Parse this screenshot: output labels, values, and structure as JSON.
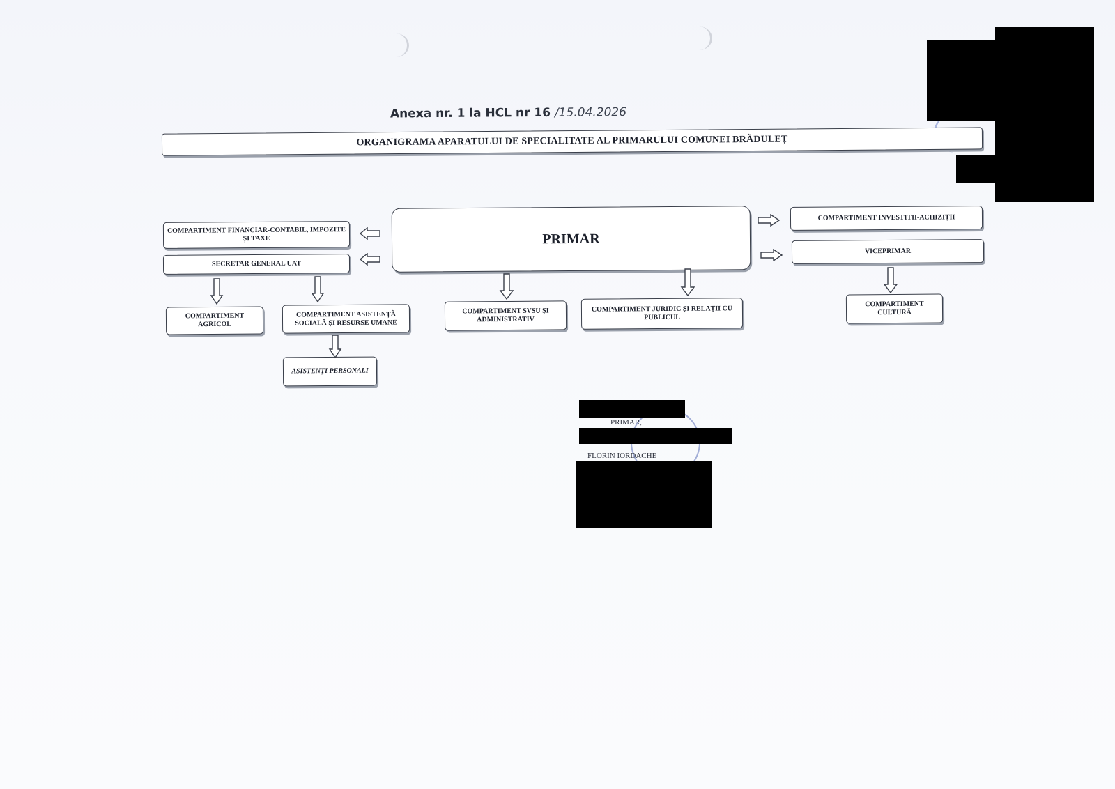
{
  "header": {
    "printed": "Anexa nr. 1 la HCL nr 16",
    "handwritten": "/15.04.2026"
  },
  "title": "ORGANIGRAMA  APARATULUI DE SPECIALITATE AL PRIMARULUI COMUNEI BRĂDULEȚ",
  "boxes": {
    "primar": "PRIMAR",
    "financiar": "COMPARTIMENT FINANCIAR-CONTABIL, IMPOZITE ȘI TAXE",
    "secretar": "SECRETAR GENERAL UAT",
    "agricol": "COMPARTIMENT AGRICOL",
    "asistenta": "COMPARTIMENT ASISTENȚĂ SOCIALĂ ȘI RESURSE UMANE",
    "asistenti": "ASISTENȚI PERSONALI",
    "svsu": "COMPARTIMENT  SVSU ȘI ADMINISTRATIV",
    "juridic": "COMPARTIMENT JURIDIC ȘI RELAȚII CU PUBLICUL",
    "investitii": "COMPARTIMENT INVESTITII-ACHIZIȚII",
    "viceprimar": "VICEPRIMAR",
    "cultura": "COMPARTIMENT CULTURĂ"
  },
  "signature": {
    "role": "PRIMAR,",
    "name": "FLORIN IORDACHE"
  },
  "colors": {
    "ink": "#1b1f2a",
    "stamp": "#5b6fb8",
    "redaction": "#000000"
  }
}
